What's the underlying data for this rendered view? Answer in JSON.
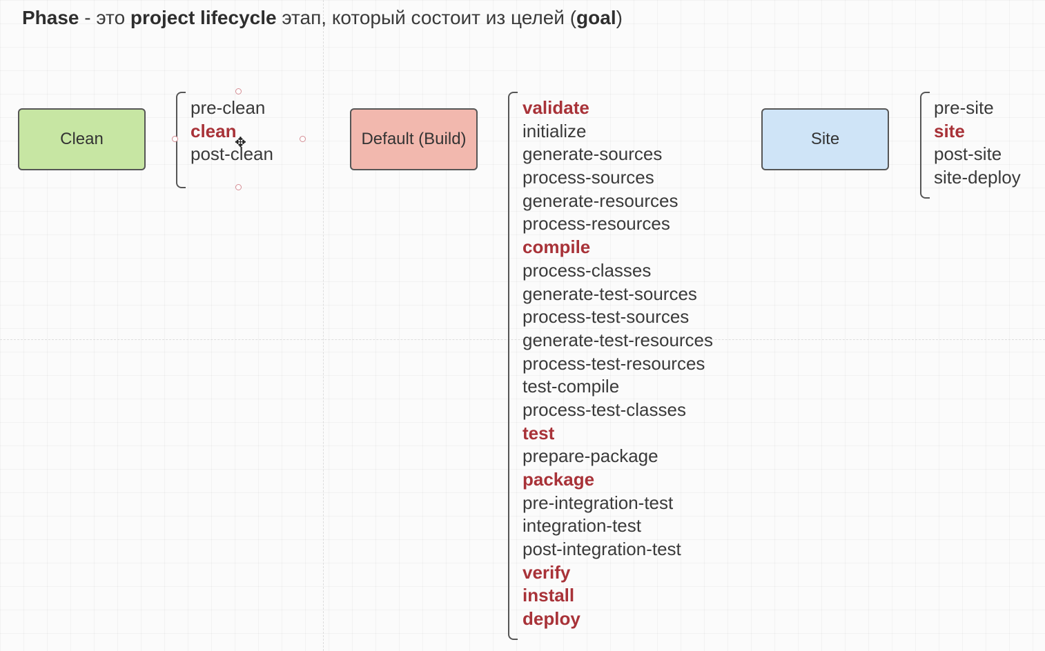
{
  "title": {
    "part1": "Phase",
    "part2": " - это ",
    "part3": "project lifecycle",
    "part4": " этап, который состоит из целей (",
    "part5": "goal",
    "part6": ")"
  },
  "lifecycles": [
    {
      "name": "Clean",
      "color": "#c7e6a3",
      "phases": [
        {
          "label": "pre-clean",
          "key": false
        },
        {
          "label": "clean",
          "key": true
        },
        {
          "label": "post-clean",
          "key": false
        }
      ]
    },
    {
      "name": "Default (Build)",
      "color": "#f2b8ae",
      "phases": [
        {
          "label": "validate",
          "key": true
        },
        {
          "label": "initialize",
          "key": false
        },
        {
          "label": "generate-sources",
          "key": false
        },
        {
          "label": "process-sources",
          "key": false
        },
        {
          "label": "generate-resources",
          "key": false
        },
        {
          "label": "process-resources",
          "key": false
        },
        {
          "label": "compile",
          "key": true
        },
        {
          "label": "process-classes",
          "key": false
        },
        {
          "label": "generate-test-sources",
          "key": false
        },
        {
          "label": "process-test-sources",
          "key": false
        },
        {
          "label": "generate-test-resources",
          "key": false
        },
        {
          "label": "process-test-resources",
          "key": false
        },
        {
          "label": "test-compile",
          "key": false
        },
        {
          "label": "process-test-classes",
          "key": false
        },
        {
          "label": "test",
          "key": true
        },
        {
          "label": "prepare-package",
          "key": false
        },
        {
          "label": "package",
          "key": true
        },
        {
          "label": "pre-integration-test",
          "key": false
        },
        {
          "label": "integration-test",
          "key": false
        },
        {
          "label": "post-integration-test",
          "key": false
        },
        {
          "label": "verify",
          "key": true
        },
        {
          "label": "install",
          "key": true
        },
        {
          "label": "deploy",
          "key": true
        }
      ]
    },
    {
      "name": "Site",
      "color": "#cfe4f7",
      "phases": [
        {
          "label": "pre-site",
          "key": false
        },
        {
          "label": "site",
          "key": true
        },
        {
          "label": "post-site",
          "key": false
        },
        {
          "label": "site-deploy",
          "key": false
        }
      ]
    }
  ],
  "colors": {
    "key_phase": "#a83238",
    "normal_phase": "#3a3a3a",
    "border": "#555555"
  }
}
